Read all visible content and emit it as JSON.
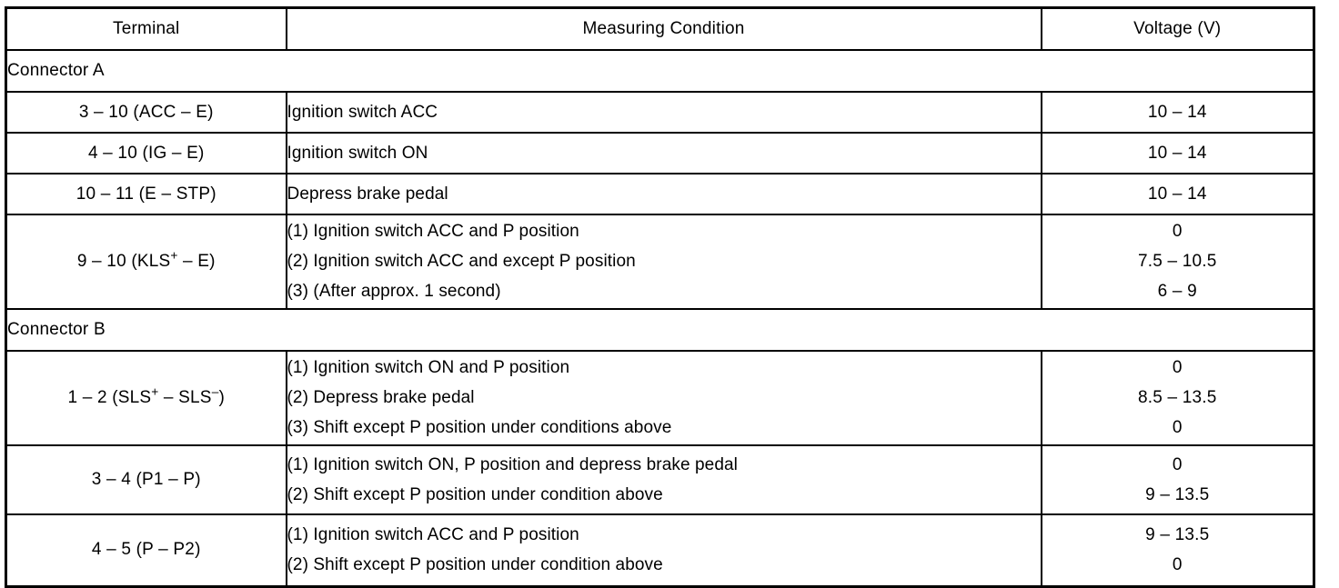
{
  "table": {
    "headers": {
      "terminal": "Terminal",
      "condition": "Measuring Condition",
      "voltage": "Voltage (V)"
    },
    "groups": [
      {
        "label": "Connector A",
        "rows": [
          {
            "terminal_pre": "3 – 10 (ACC – E)",
            "terminal_sup": "",
            "terminal_post": "",
            "conditions": [
              "Ignition switch ACC"
            ],
            "voltages": [
              "10 – 14"
            ]
          },
          {
            "terminal_pre": "4 – 10 (IG – E)",
            "terminal_sup": "",
            "terminal_post": "",
            "conditions": [
              "Ignition switch ON"
            ],
            "voltages": [
              "10 – 14"
            ]
          },
          {
            "terminal_pre": "10 – 11 (E – STP)",
            "terminal_sup": "",
            "terminal_post": "",
            "conditions": [
              "Depress brake pedal"
            ],
            "voltages": [
              "10 – 14"
            ]
          },
          {
            "terminal_pre": "9 – 10 (KLS",
            "terminal_sup": "+",
            "terminal_post": " – E)",
            "conditions": [
              "(1) Ignition switch ACC and P position",
              "(2) Ignition switch ACC and except P position",
              "(3) (After approx. 1 second)"
            ],
            "voltages": [
              "0",
              "7.5 – 10.5",
              "6 – 9"
            ]
          }
        ]
      },
      {
        "label": "Connector B",
        "rows": [
          {
            "terminal_pre": "1 – 2 (SLS",
            "terminal_sup": "+",
            "terminal_mid": " – SLS",
            "terminal_sup2": "–",
            "terminal_post": ")",
            "conditions": [
              "(1) Ignition switch ON and P position",
              "(2) Depress brake pedal",
              "(3) Shift except P position under conditions above"
            ],
            "voltages": [
              "0",
              "8.5 – 13.5",
              "0"
            ]
          },
          {
            "terminal_pre": "3 – 4 (P1 – P)",
            "terminal_sup": "",
            "terminal_post": "",
            "conditions": [
              "(1) Ignition switch ON, P position and depress brake pedal",
              "(2) Shift except P position under condition above"
            ],
            "voltages": [
              "0",
              "9 – 13.5"
            ]
          },
          {
            "terminal_pre": "4 – 5 (P – P2)",
            "terminal_sup": "",
            "terminal_post": "",
            "conditions": [
              "(1) Ignition switch ACC and P position",
              "(2) Shift except P position under condition above"
            ],
            "voltages": [
              "9 – 13.5",
              "0"
            ]
          }
        ]
      }
    ]
  },
  "colors": {
    "border": "#000000",
    "background": "#ffffff",
    "text": "#000000"
  }
}
